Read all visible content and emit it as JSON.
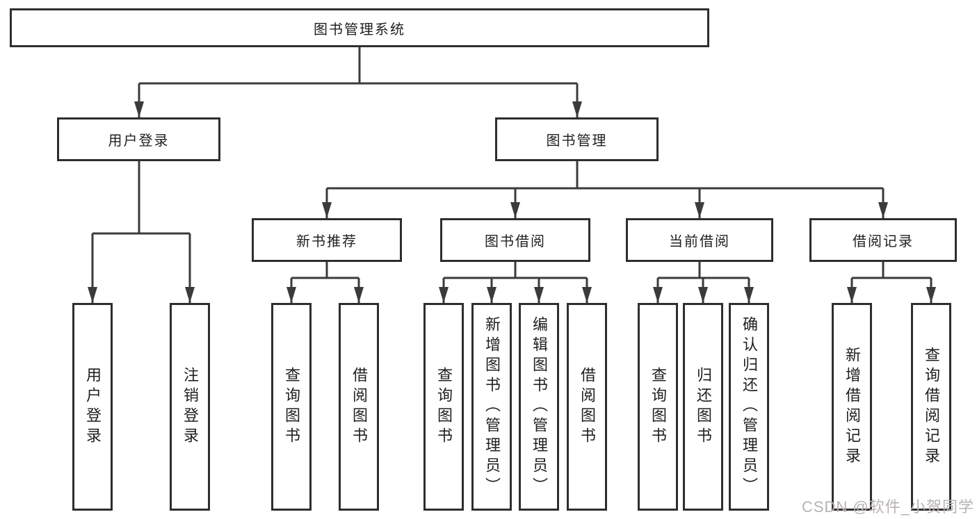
{
  "diagram": {
    "root": {
      "label": "图书管理系统"
    },
    "level2": [
      {
        "label": "用户登录"
      },
      {
        "label": "图书管理"
      }
    ],
    "level3": [
      {
        "label": "新书推荐"
      },
      {
        "label": "图书借阅"
      },
      {
        "label": "当前借阅"
      },
      {
        "label": "借阅记录"
      }
    ],
    "leaves": {
      "user_login": [
        "用户登录",
        "注销登录"
      ],
      "new_book": [
        "查询图书",
        "借阅图书"
      ],
      "book_borrow": [
        "查询图书",
        "新增图书（管理员）",
        "编辑图书（管理员）",
        "借阅图书"
      ],
      "current_borrow": [
        "查询图书",
        "归还图书",
        "确认归还（管理员）"
      ],
      "borrow_records": [
        "新增借阅记录",
        "查询借阅记录"
      ]
    },
    "colors": {
      "line": "#3b3b3b",
      "border": "#2e2e2e",
      "text": "#1f1f1f",
      "background": "#ffffff"
    }
  },
  "watermark": {
    "text": "CSDN @软件_小贺同学",
    "color": "#b8b2b2"
  }
}
